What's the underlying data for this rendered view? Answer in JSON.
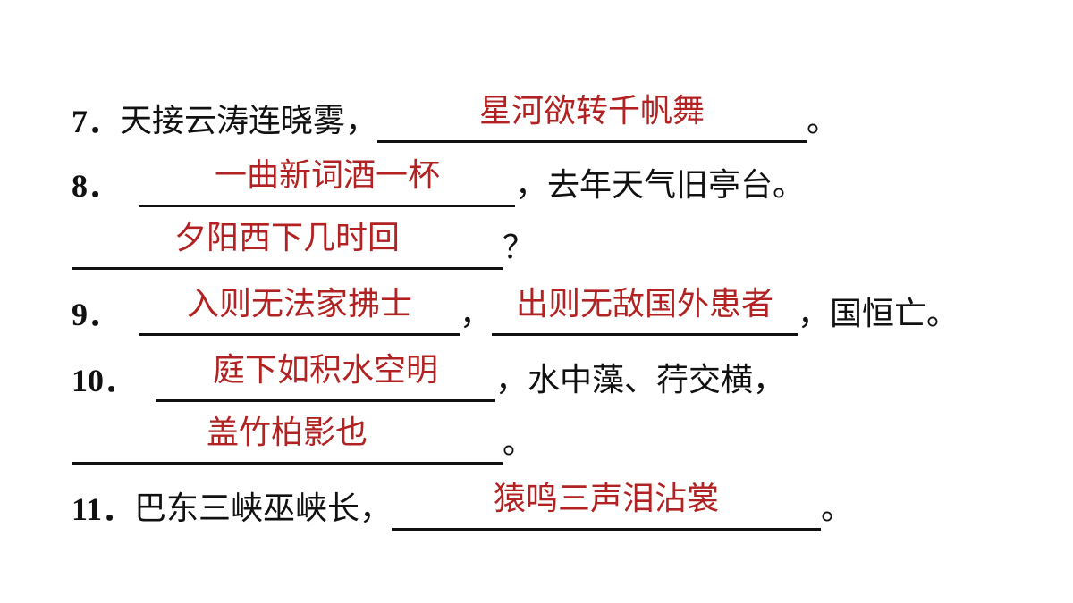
{
  "questions": [
    {
      "num": "7．",
      "before": "天接云涛连晓雾，",
      "answer": "星河欲转千帆舞",
      "after": "。"
    },
    {
      "num": "8．",
      "answer": "一曲新词酒一杯",
      "after": "，去年天气旧亭台。"
    },
    {
      "answer": "夕阳西下几时回",
      "after": "？"
    },
    {
      "num": "9．",
      "answer1": "入则无法家拂士",
      "mid": "，",
      "answer2": "出则无敌国外患者",
      "after": "，国恒亡。"
    },
    {
      "num": "10．",
      "answer": "庭下如积水空明",
      "after": "，水中藻、荇交横，"
    },
    {
      "answer": "盖竹柏影也",
      "after": "。"
    },
    {
      "num": "11．",
      "before": "巴东三峡巫峡长，",
      "answer": "猿鸣三声泪沾裳",
      "after": "。"
    }
  ]
}
